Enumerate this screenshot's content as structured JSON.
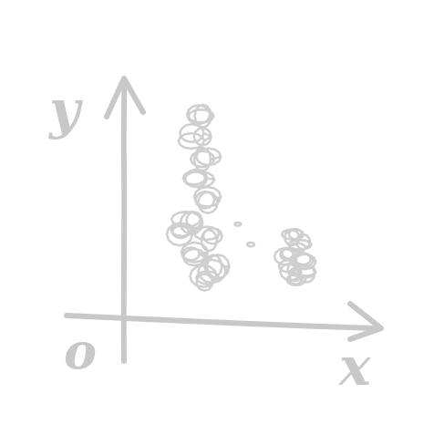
{
  "axes": {
    "y_label": "y",
    "x_label": "x",
    "origin_label": "o"
  },
  "colors": {
    "ink": "#c8c8c8",
    "ink_light": "#cfcfcf",
    "background": "#ffffff"
  }
}
